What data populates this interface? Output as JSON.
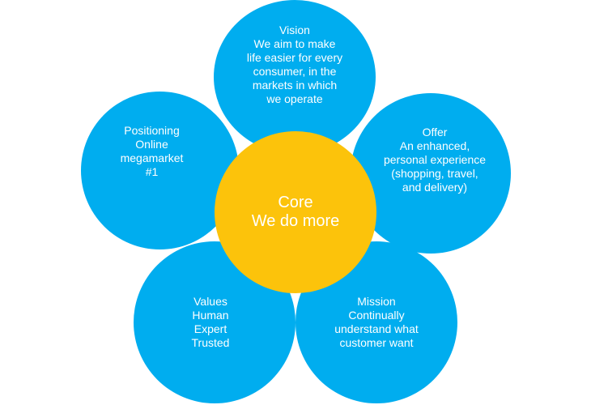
{
  "colors": {
    "petal": "#00adef",
    "core": "#fcc30b",
    "text": "#ffffff",
    "core_text": "#ffffff"
  },
  "core": {
    "title": "Core",
    "body": "We do more"
  },
  "petals": {
    "vision": {
      "title": "Vision",
      "body": "We aim to make\nlife easier for every\nconsumer, in the\nmarkets in which\nwe operate"
    },
    "offer": {
      "title": "Offer",
      "body": "An enhanced,\npersonal experience\n(shopping, travel,\nand delivery)"
    },
    "mission": {
      "title": "Mission",
      "body": "Continually\nunderstand what\ncustomer want"
    },
    "values": {
      "title": "Values",
      "body": "Human\nExpert\nTrusted"
    },
    "positioning": {
      "title": "Positioning",
      "body": "Online\nmegamarket\n#1"
    }
  }
}
